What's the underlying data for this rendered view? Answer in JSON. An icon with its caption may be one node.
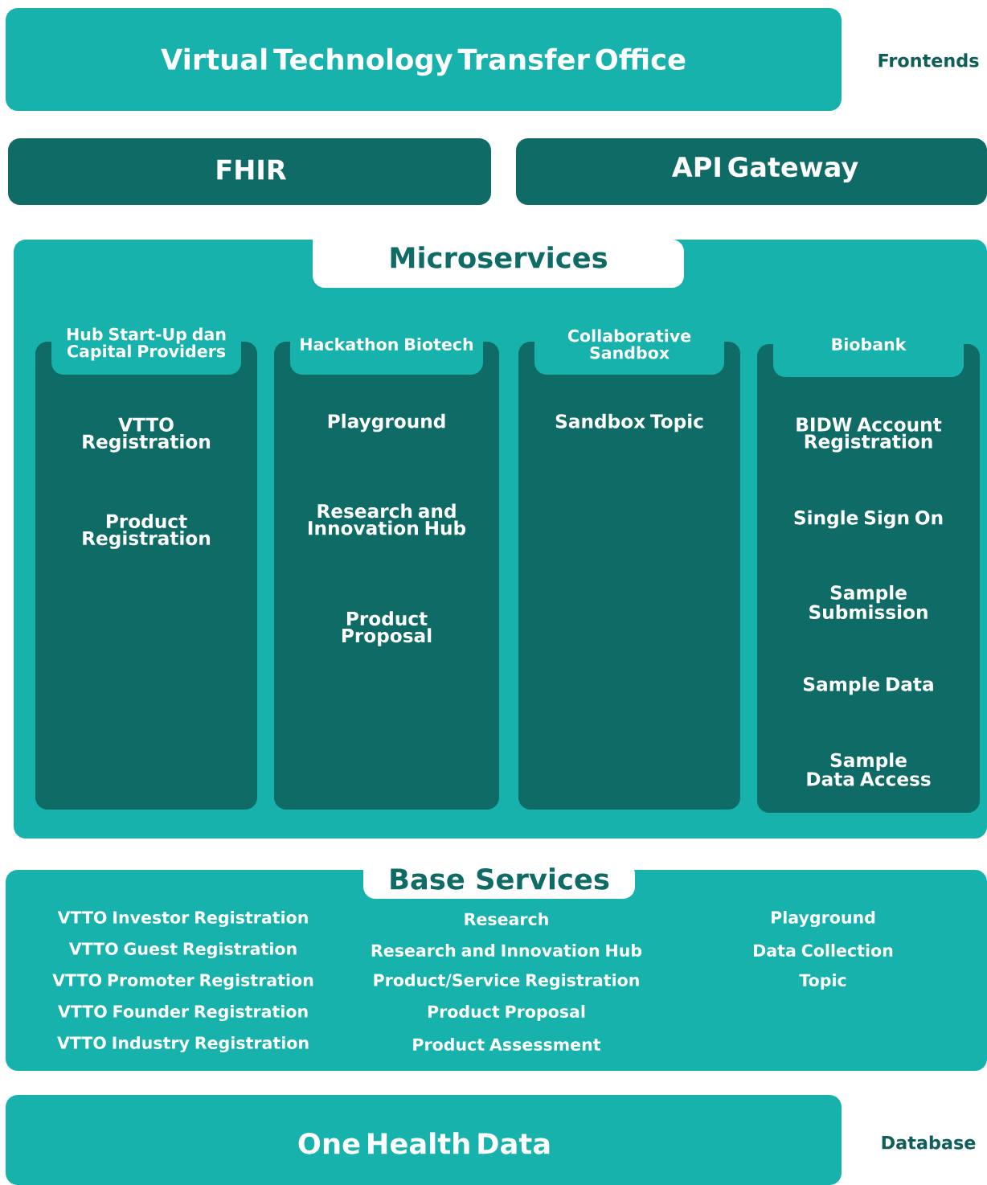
{
  "diagram": {
    "nodes": [
      {
        "text": [
          "Virtual Technology Transfer Office"
        ],
        "beside": [
          "Frontends"
        ]
      },
      {
        "text": [
          "FHIR"
        ]
      },
      {
        "text": [
          "API Gateway"
        ]
      },
      {
        "text": [
          "Microservices"
        ]
      },
      {
        "text": [
          "Hub Start-Up dan Capital Providers",
          "VTTO Registration",
          "Product Registration"
        ],
        "in": 3
      },
      {
        "text": [
          "Hackathon Biotech",
          "Playground",
          "Research and Innovation Hub",
          "Product Proposal"
        ],
        "in": 3
      },
      {
        "text": [
          "Collaborative Sandbox",
          "Sandbox Topic"
        ],
        "in": 3
      },
      {
        "text": [
          "Biobank",
          "BIDW Account Registration",
          "Single Sign On",
          "Sample Submission",
          "Sample Data",
          "Sample Data Access"
        ],
        "in": 3
      },
      {
        "text": [
          "Base Services",
          "VTTO Investor Registration",
          "VTTO Guest Registration",
          "VTTO Promoter Registration",
          "VTTO Founder Registration",
          "VTTO Industry Registration",
          "Research",
          "Research and Innovation Hub",
          "Product/Service Registration",
          "Product Proposal",
          "Product Assessment",
          "Playground",
          "Data Collection",
          "Topic"
        ]
      },
      {
        "text": [
          "One Health Data"
        ],
        "beside": [
          "Database"
        ]
      }
    ]
  }
}
